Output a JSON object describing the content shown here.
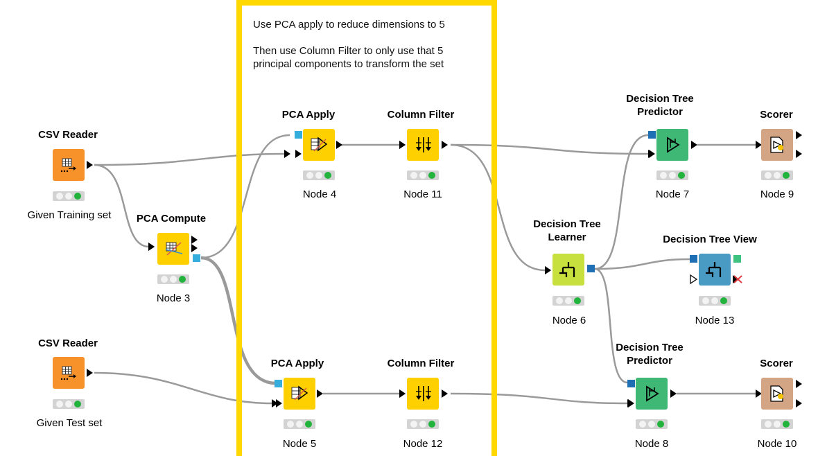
{
  "colors": {
    "annotation_border": "#FFD800",
    "reader": "#F7922B",
    "manipulator": "#FFD000",
    "learner": "#C7E03E",
    "predictor": "#3EB874",
    "view": "#4A9BC4",
    "scorer": "#D4A585",
    "model_port": "#1F6FB5",
    "pca_port": "#35AEDD",
    "view_port": "#3DC27F",
    "status_green": "#22B33C"
  },
  "annotation": {
    "line1": "Use PCA apply to reduce dimensions to 5",
    "line2": "Then use Column Filter to only use that 5",
    "line3": "principal components to transform the set"
  },
  "nodes": {
    "csv1": {
      "title": "CSV Reader",
      "label": "Given Training set",
      "icon": "table-arrow-icon"
    },
    "pca_compute": {
      "title": "PCA Compute",
      "label": "Node 3",
      "icon": "pca-compute-icon"
    },
    "csv2": {
      "title": "CSV Reader",
      "label": "Given Test set",
      "icon": "table-arrow-icon"
    },
    "pca_apply1": {
      "title": "PCA Apply",
      "label": "Node 4",
      "icon": "pca-apply-icon"
    },
    "colfilter1": {
      "title": "Column Filter",
      "label": "Node 11",
      "icon": "filter-icon"
    },
    "pca_apply2": {
      "title": "PCA Apply",
      "label": "Node 5",
      "icon": "pca-apply-icon"
    },
    "colfilter2": {
      "title": "Column Filter",
      "label": "Node 12",
      "icon": "filter-icon"
    },
    "dt_learner": {
      "title": "Decision Tree Learner",
      "label": "Node 6",
      "icon": "tree-icon"
    },
    "dt_pred1": {
      "title": "Decision Tree Predictor",
      "label": "Node 7",
      "icon": "predict-icon"
    },
    "dt_view": {
      "title": "Decision Tree View",
      "label": "Node 13",
      "icon": "tree-icon"
    },
    "dt_pred2": {
      "title": "Decision Tree Predictor",
      "label": "Node 8",
      "icon": "predict-icon"
    },
    "scorer1": {
      "title": "Scorer",
      "label": "Node 9",
      "icon": "scorer-icon"
    },
    "scorer2": {
      "title": "Scorer",
      "label": "Node 10",
      "icon": "scorer-icon"
    }
  }
}
